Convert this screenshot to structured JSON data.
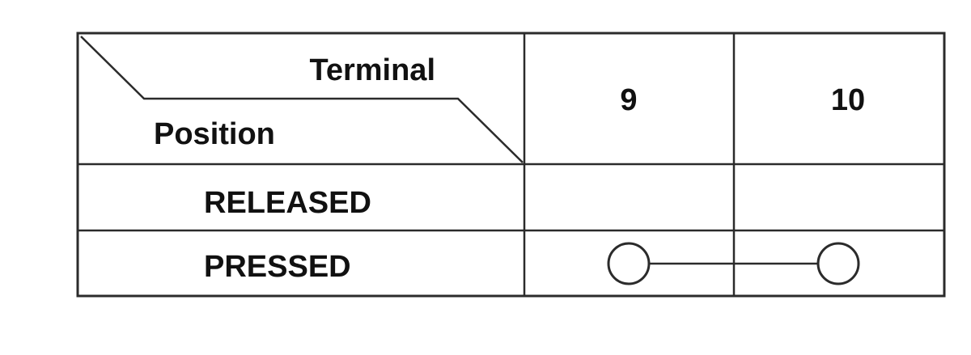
{
  "table": {
    "header": {
      "terminal_label": "Terminal",
      "position_label": "Position",
      "terminals": [
        "9",
        "10"
      ]
    },
    "rows": [
      {
        "position": "RELEASED",
        "connected_terminals": []
      },
      {
        "position": "PRESSED",
        "connected_terminals": [
          "9",
          "10"
        ]
      }
    ]
  }
}
